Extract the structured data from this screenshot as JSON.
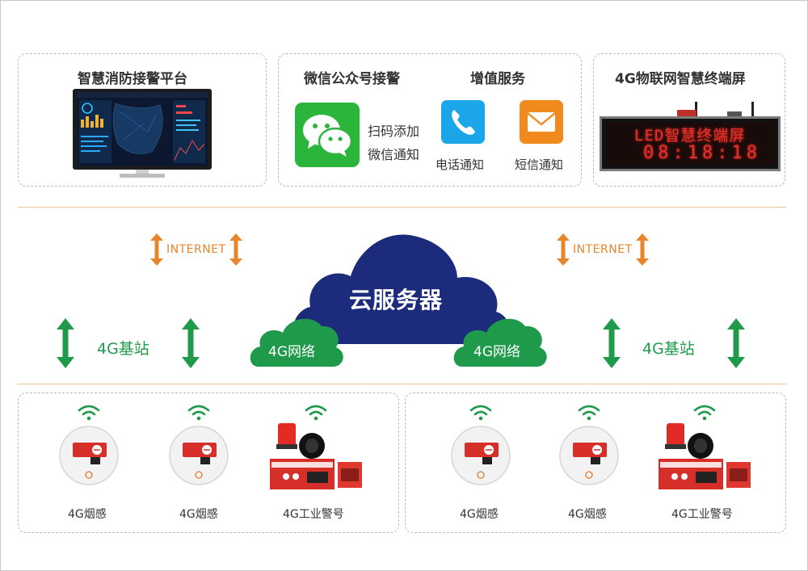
{
  "top_panels": {
    "platform": {
      "title": "智慧消防接警平台"
    },
    "wechat": {
      "title": "微信公众号接警",
      "line1": "扫码添加",
      "line2": "微信通知"
    },
    "value_added": {
      "title": "增值服务",
      "phone_label": "电话通知",
      "sms_label": "短信通知"
    },
    "led_screen": {
      "title": "4G物联网智慧终端屏",
      "line1": "LED智慧终端屏",
      "line2": "08:18:18"
    }
  },
  "network": {
    "internet_left": "INTERNET",
    "internet_right": "INTERNET",
    "cloud_server": "云服务器",
    "cloud_4g_left": "4G网络",
    "cloud_4g_right": "4G网络",
    "base_station_left": "4G基站",
    "base_station_right": "4G基站"
  },
  "devices_left": [
    "4G烟感",
    "4G烟感",
    "4G工业警号"
  ],
  "devices_right": [
    "4G烟感",
    "4G烟感",
    "4G工业警号"
  ],
  "colors": {
    "green": "#1f9a4a",
    "orange": "#e8852a",
    "navy": "#1d2b7c",
    "divider": "#e9c593",
    "wechat": "#2bb53a",
    "phone": "#1aa6e8",
    "sms": "#f08a1c"
  }
}
